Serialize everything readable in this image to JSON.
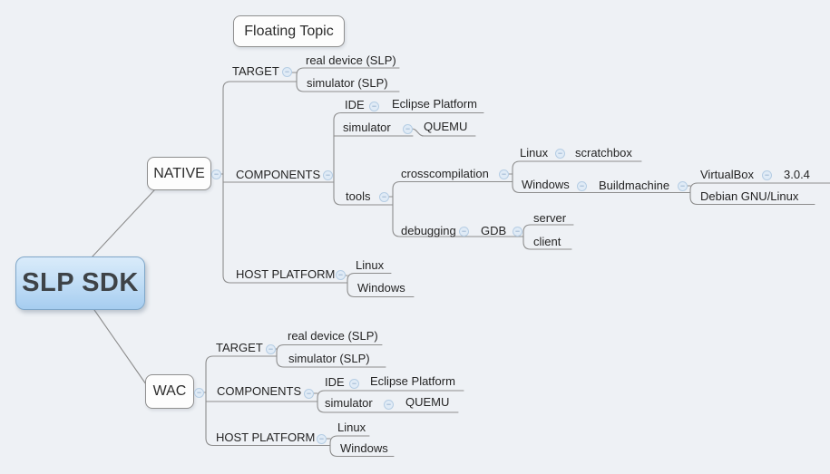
{
  "canvas": {
    "background": "#eef1f5"
  },
  "icons": {
    "collapse": "−"
  },
  "style": {
    "root_gradient_top": "#d9ebfa",
    "root_gradient_bottom": "#a6cdf0",
    "root_border": "#7fa7c9",
    "line_color": "#8d8d8d",
    "toggle_fill": "#e0ebf6",
    "toggle_border": "#b5cde4"
  },
  "map": {
    "floating_topic": {
      "label": "Floating Topic"
    },
    "root": {
      "label": "SLP SDK"
    },
    "native": {
      "label": "NATIVE",
      "target": {
        "label": "TARGET",
        "real_device": {
          "label": "real device (SLP)"
        },
        "simulator": {
          "label": "simulator (SLP)"
        }
      },
      "components": {
        "label": "COMPONENTS",
        "ide": {
          "label": "IDE",
          "eclipse": {
            "label": "Eclipse Platform"
          }
        },
        "simulator": {
          "label": "simulator",
          "qemu": {
            "label": "QUEMU"
          }
        },
        "tools": {
          "label": "tools",
          "crosscompilation": {
            "label": "crosscompilation",
            "linux": {
              "label": "Linux",
              "scratchbox": {
                "label": "scratchbox"
              }
            },
            "windows": {
              "label": "Windows",
              "buildmachine": {
                "label": "Buildmachine",
                "virtualbox": {
                  "label": "VirtualBox",
                  "version": {
                    "label": "3.0.4"
                  }
                },
                "debian": {
                  "label": "Debian GNU/Linux"
                }
              }
            }
          },
          "debugging": {
            "label": "debugging",
            "gdb": {
              "label": "GDB",
              "server": {
                "label": "server"
              },
              "client": {
                "label": "client"
              }
            }
          }
        }
      },
      "host_platform": {
        "label": "HOST PLATFORM",
        "linux": {
          "label": "Linux"
        },
        "windows": {
          "label": "Windows"
        }
      }
    },
    "wac": {
      "label": "WAC",
      "target": {
        "label": "TARGET",
        "real_device": {
          "label": "real device (SLP)"
        },
        "simulator": {
          "label": "simulator (SLP)"
        }
      },
      "components": {
        "label": "COMPONENTS",
        "ide": {
          "label": "IDE",
          "eclipse": {
            "label": "Eclipse Platform"
          }
        },
        "simulator": {
          "label": "simulator",
          "qemu": {
            "label": "QUEMU"
          }
        }
      },
      "host_platform": {
        "label": "HOST PLATFORM",
        "linux": {
          "label": "Linux"
        },
        "windows": {
          "label": "Windows"
        }
      }
    }
  }
}
